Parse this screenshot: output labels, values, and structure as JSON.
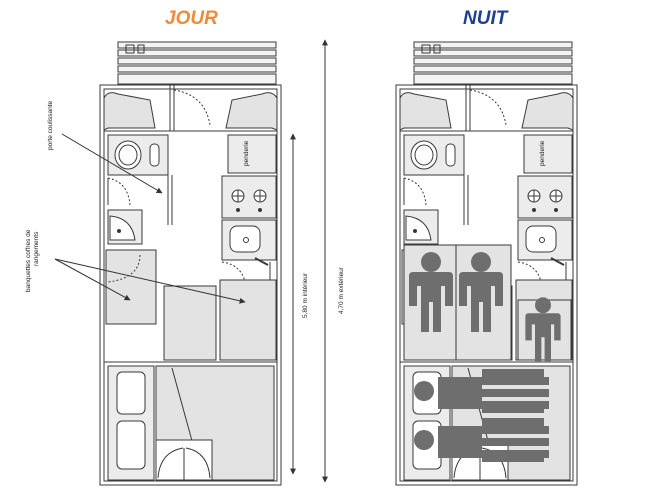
{
  "titles": {
    "day": "JOUR",
    "night": "NUIT",
    "day_color": "#f08a38",
    "night_color": "#1f3f8f"
  },
  "labels": {
    "porte": "porte coulissante",
    "banquettes_line1": "banquettes coffres de",
    "banquettes_line2": "rangements",
    "penderie_day": "penderie",
    "penderie_night": "penderie",
    "interieur": "5,80 m intérieur",
    "exterieur": "4,70 m extérieur"
  },
  "colors": {
    "line": "#3a3a3a",
    "floor": "#e3e3e3",
    "person": "#6e6e6e"
  }
}
